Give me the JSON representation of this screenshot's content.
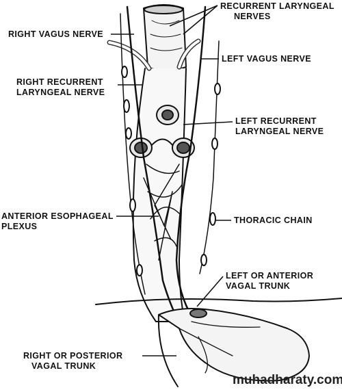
{
  "labels": {
    "recurrent_laryngeal_nerves": [
      "RECURRENT LARYNGEAL",
      "NERVES"
    ],
    "right_vagus_nerve": [
      "RIGHT VAGUS NERVE"
    ],
    "left_vagus_nerve": [
      "LEFT VAGUS NERVE"
    ],
    "right_recurrent_laryngeal_nerve": [
      "RIGHT RECURRENT",
      "LARYNGEAL NERVE"
    ],
    "left_recurrent_laryngeal_nerve": [
      "LEFT RECURRENT",
      "LARYNGEAL NERVE"
    ],
    "anterior_esophageal_plexus": [
      "ANTERIOR ESOPHAGEAL",
      "PLEXUS"
    ],
    "thoracic_chain": [
      "THORACIC CHAIN"
    ],
    "left_or_anterior_vagal_trunk": [
      "LEFT OR ANTERIOR",
      "VAGAL TRUNK"
    ],
    "right_or_posterior_vagal_trunk": [
      "RIGHT OR POSTERIOR",
      "VAGAL TRUNK"
    ]
  },
  "watermark": "muhadharaty.com",
  "colors": {
    "ink": "#111111",
    "paper": "#ffffff",
    "shade": "#444444"
  }
}
